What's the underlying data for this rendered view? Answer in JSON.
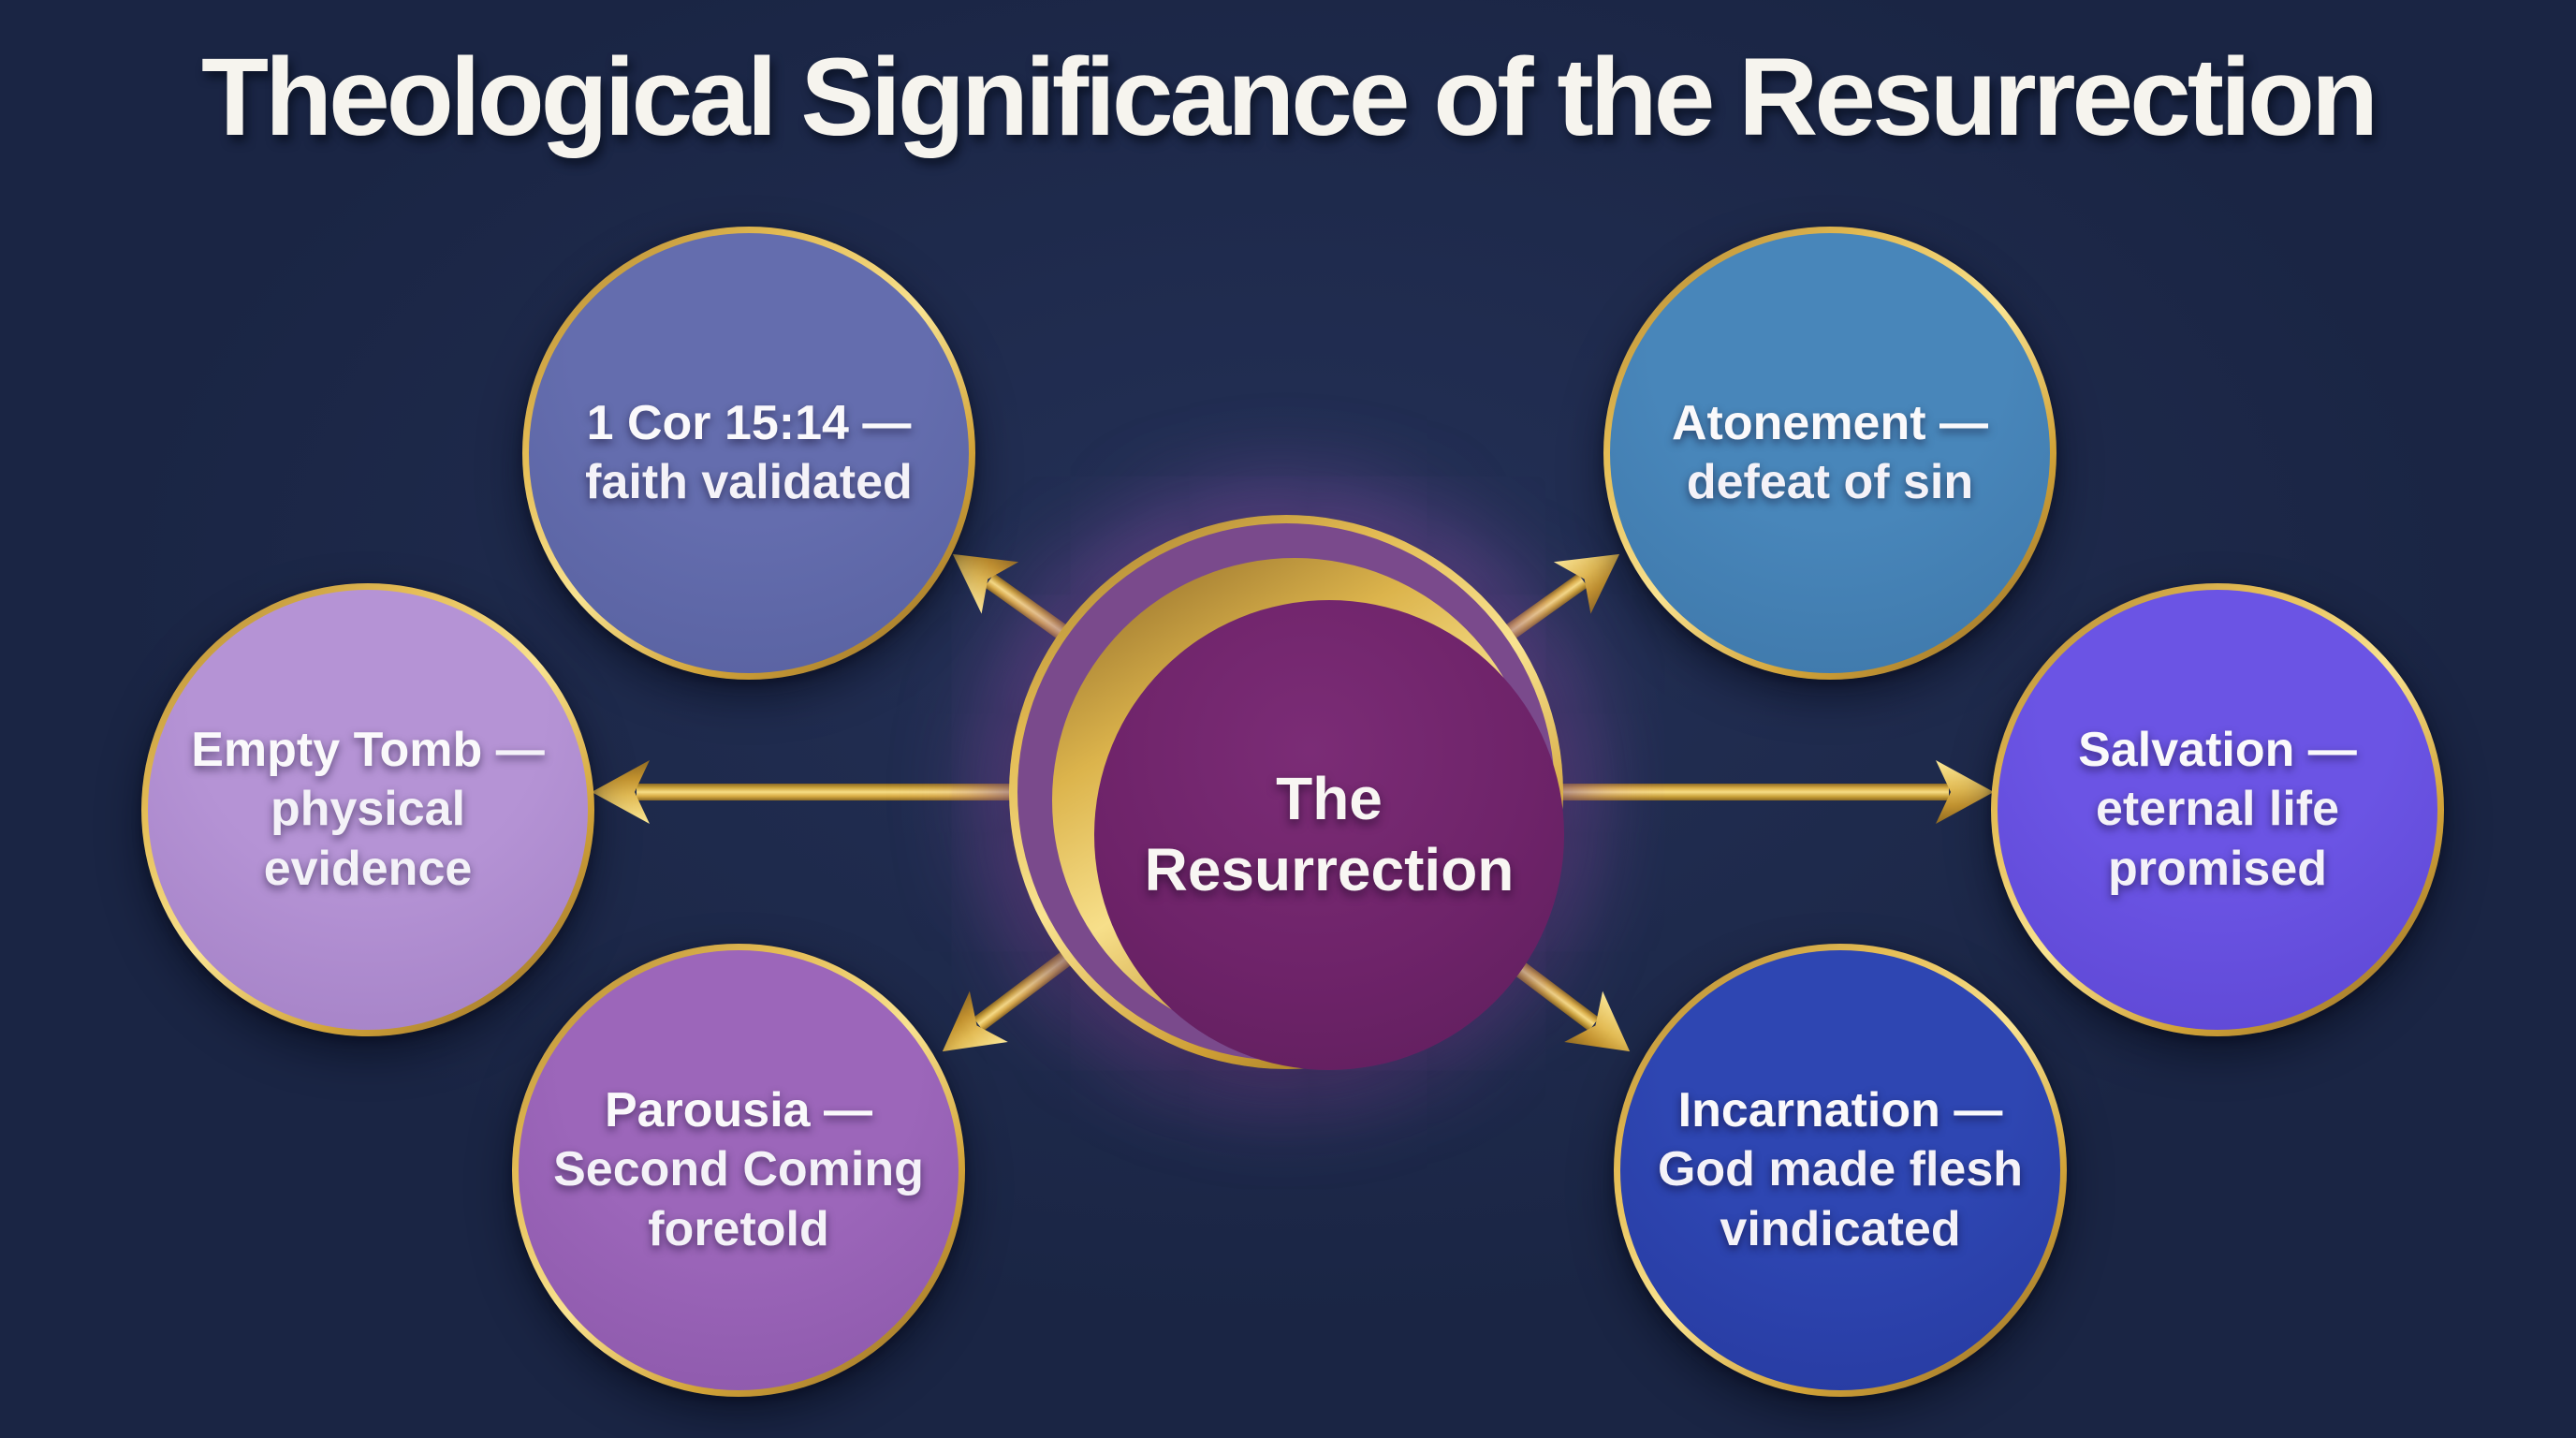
{
  "title": "Theological Significance of the Resurrection",
  "center": {
    "label": "The Resurrection"
  },
  "nodes": [
    {
      "id": "1cor",
      "title": "1 Cor 15:14 —",
      "subtitle": "faith validated",
      "fill": "#646dae",
      "fill_dark": "#57609f"
    },
    {
      "id": "atonement",
      "title": "Atonement —",
      "subtitle": "defeat of sin",
      "fill": "#4886ba",
      "fill_dark": "#3d76a8"
    },
    {
      "id": "empty-tomb",
      "title": "Empty Tomb",
      "subtitle": "— physical evidence",
      "fill": "#b593d5",
      "fill_dark": "#a27fc4"
    },
    {
      "id": "salvation",
      "title": "Salvation —",
      "subtitle": "eternal life promised",
      "fill": "#6b54e4",
      "fill_dark": "#5c46d2"
    },
    {
      "id": "parousia",
      "title": "Parousia —",
      "subtitle": "Second Coming foretold",
      "fill": "#9c66ba",
      "fill_dark": "#8b57a9"
    },
    {
      "id": "incarnation",
      "title": "Incarnation —",
      "subtitle": "God made flesh vindicated",
      "fill": "#2e46b2",
      "fill_dark": "#26399e"
    }
  ],
  "connections": [
    {
      "from": "center",
      "to": "1cor"
    },
    {
      "from": "center",
      "to": "atonement"
    },
    {
      "from": "center",
      "to": "empty-tomb"
    },
    {
      "from": "center",
      "to": "salvation"
    },
    {
      "from": "center",
      "to": "parousia"
    },
    {
      "from": "center",
      "to": "incarnation"
    }
  ],
  "palette": {
    "background": "#1a2544",
    "title_color": "#f6f4ee",
    "gold_light": "#f9e391",
    "gold": "#d9a940",
    "gold_dark": "#8a6526",
    "center_fill": "#6e2369",
    "glow": "rgba(176,96,208,0.38)"
  }
}
